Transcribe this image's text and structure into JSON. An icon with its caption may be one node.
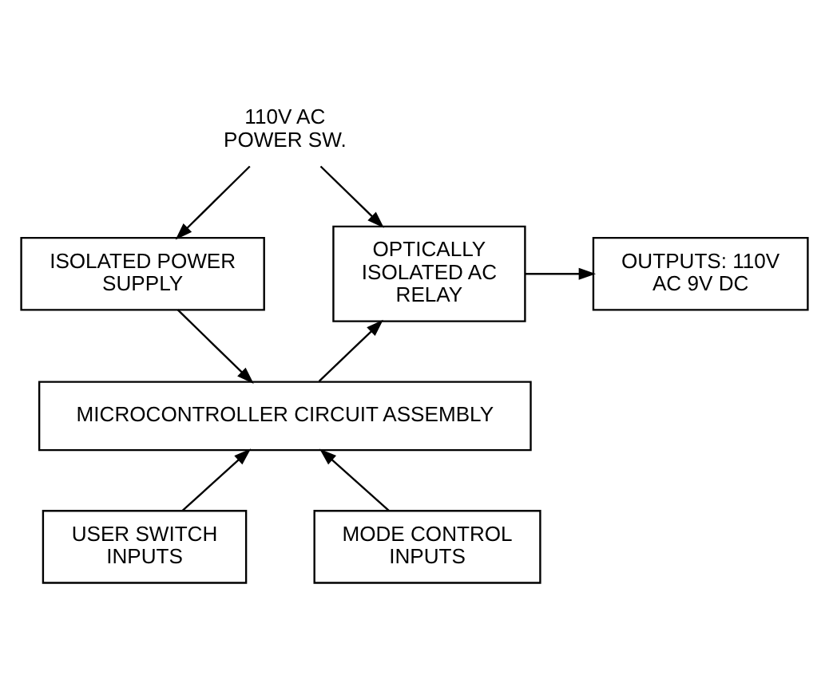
{
  "diagram": {
    "nodes": [
      {
        "text": [
          "110V AC",
          "POWER SW."
        ]
      },
      {
        "text": [
          "ISOLATED POWER SUPPLY"
        ]
      },
      {
        "text": [
          "OPTICALLY ISOLATED AC RELAY"
        ]
      },
      {
        "text": [
          "OUTPUTS: 110V AC 9V DC"
        ]
      },
      {
        "text": [
          "MICROCONTROLLER CIRCUIT ASSEMBLY"
        ]
      },
      {
        "text": [
          "USER SWITCH INPUTS"
        ]
      },
      {
        "text": [
          "MODE CONTROL INPUTS"
        ]
      }
    ],
    "edges": [
      {
        "from": 0,
        "to": 1,
        "arrow": "to"
      },
      {
        "from": 0,
        "to": 2,
        "arrow": "to"
      },
      {
        "from": 2,
        "to": 3,
        "arrow": "to"
      },
      {
        "from": 1,
        "to": 4,
        "arrow": "to"
      },
      {
        "from": 4,
        "to": 2,
        "arrow": "to"
      },
      {
        "from": 5,
        "to": 4,
        "arrow": "to"
      },
      {
        "from": 6,
        "to": 4,
        "arrow": "to"
      }
    ]
  }
}
